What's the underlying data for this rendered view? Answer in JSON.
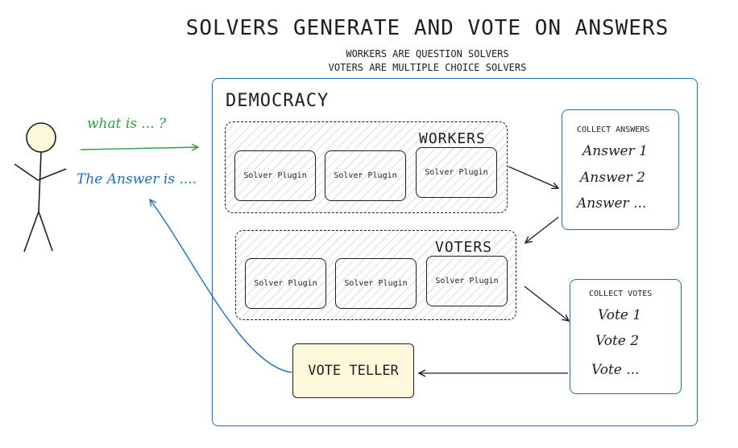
{
  "title": "SOLVERS GENERATE AND VOTE ON ANSWERS",
  "subtitle_lines": [
    "WORKERS ARE QUESTION SOLVERS",
    "VOTERS ARE MULTIPLE CHOICE SOLVERS"
  ],
  "democracy": {
    "label": "DEMOCRACY"
  },
  "workers": {
    "label": "WORKERS",
    "plugins": [
      "Solver Plugin",
      "Solver Plugin",
      "Solver Plugin"
    ]
  },
  "voters": {
    "label": "VOTERS",
    "plugins": [
      "Solver Plugin",
      "Solver Plugin",
      "Solver Plugin"
    ]
  },
  "collect_answers": {
    "title": "COLLECT ANSWERS",
    "items": [
      "Answer 1",
      "Answer 2",
      "Answer ..."
    ]
  },
  "collect_votes": {
    "title": "COLLECT VOTES",
    "items": [
      "Vote 1",
      "Vote 2",
      "Vote ..."
    ]
  },
  "vote_teller": {
    "label": "VOTE TELLER"
  },
  "user": {
    "question": "what is ... ?",
    "answer": "The Answer is ...."
  },
  "colors": {
    "frame": "#1971c2",
    "question": "#2f9e44",
    "answer": "#1971c2",
    "teller_fill": "#fff9db",
    "stroke": "#1e1e1e"
  }
}
